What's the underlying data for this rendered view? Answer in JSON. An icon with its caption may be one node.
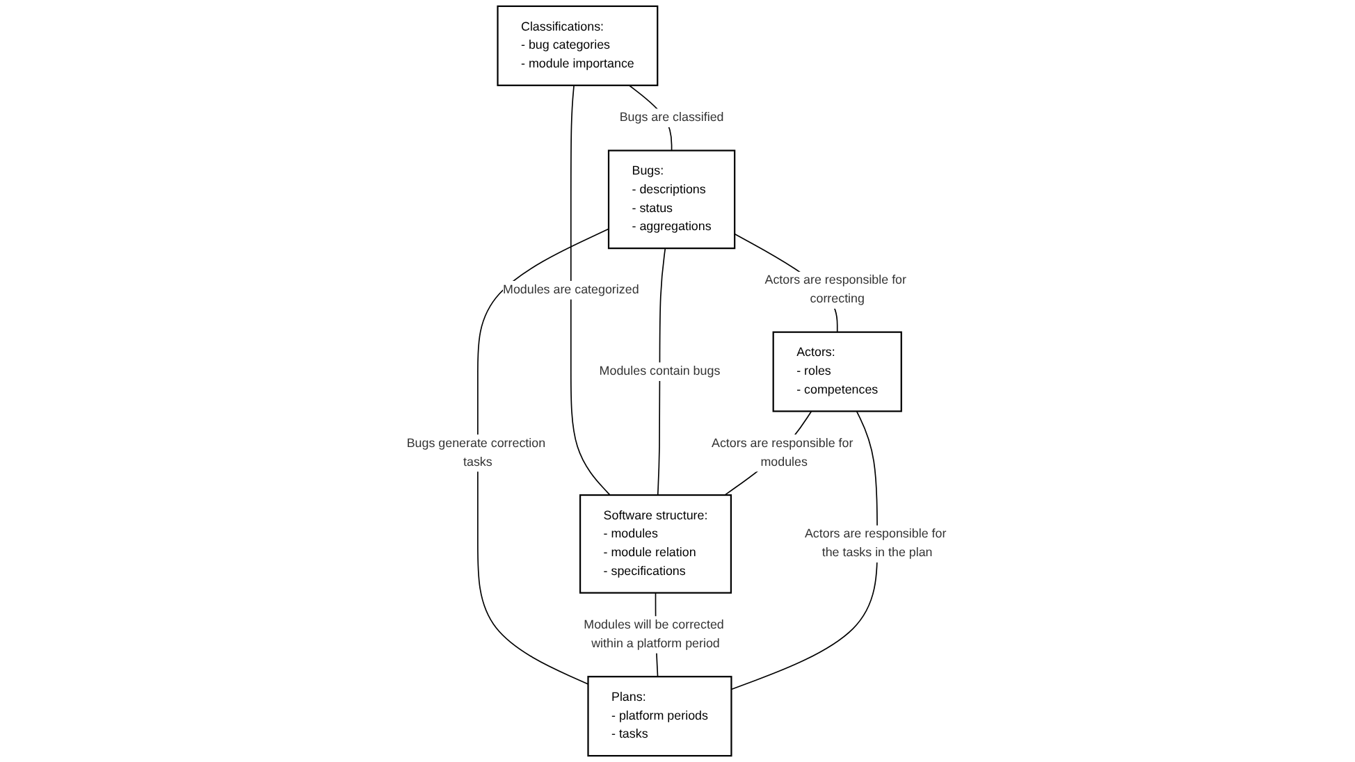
{
  "diagram": {
    "nodes": [
      {
        "text": [
          "Classifications:",
          "- bug categories",
          "- module importance"
        ]
      },
      {
        "text": [
          "Bugs:",
          "- descriptions",
          "- status",
          "- aggregations"
        ]
      },
      {
        "text": [
          "Software structure:",
          "- modules",
          "- module relation",
          "- specifications"
        ]
      },
      {
        "text": [
          "Actors:",
          "- roles",
          "- competences"
        ]
      },
      {
        "text": [
          "Plans:",
          "- platform periods",
          "- tasks"
        ]
      }
    ],
    "edges": [
      {
        "from": 0,
        "to": 1,
        "arrow": "none",
        "label": "Bugs are classified"
      },
      {
        "from": 0,
        "to": 2,
        "arrow": "none",
        "label": "Modules are categorized"
      },
      {
        "from": 1,
        "to": 2,
        "arrow": "none",
        "label": "Modules contain bugs"
      },
      {
        "from": 1,
        "to": 4,
        "arrow": "none",
        "label": "Bugs generate correction tasks"
      },
      {
        "from": 1,
        "to": 3,
        "arrow": "none",
        "label": "Actors are responsible for correcting"
      },
      {
        "from": 3,
        "to": 2,
        "arrow": "none",
        "label": "Actors are responsible for modules"
      },
      {
        "from": 2,
        "to": 4,
        "arrow": "none",
        "label": "Modules will be corrected within a platform period"
      },
      {
        "from": 3,
        "to": 4,
        "arrow": "none",
        "label": "Actors are responsible for the tasks in the plan"
      }
    ]
  }
}
